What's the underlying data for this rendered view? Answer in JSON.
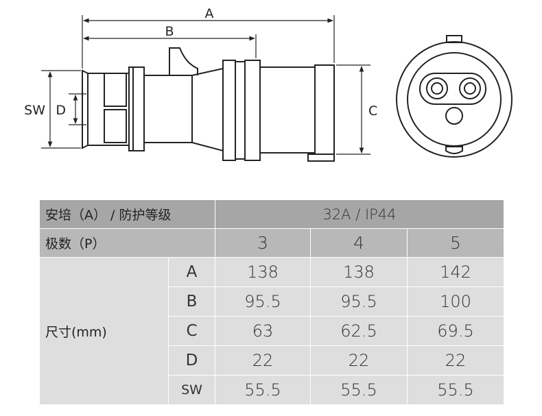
{
  "drawing": {
    "dimension_labels": {
      "a": "A",
      "b": "B",
      "c": "C",
      "d": "D",
      "sw": "SW"
    }
  },
  "table": {
    "header_row1": {
      "label": "安培（A） /  防护等级",
      "value": "32A  /  IP44"
    },
    "header_row2": {
      "label": "极数（P）",
      "poles": [
        "3",
        "4",
        "5"
      ]
    },
    "size_label": "尺寸(mm)",
    "rows": [
      {
        "key": "A",
        "values": [
          "138",
          "138",
          "142"
        ]
      },
      {
        "key": "B",
        "values": [
          "95.5",
          "95.5",
          "100"
        ]
      },
      {
        "key": "C",
        "values": [
          "63",
          "62.5",
          "69.5"
        ]
      },
      {
        "key": "D",
        "values": [
          "22",
          "22",
          "22"
        ]
      },
      {
        "key": "SW",
        "values": [
          "55.5",
          "55.5",
          "55.5"
        ]
      }
    ]
  },
  "colors": {
    "header_dark": "#a6a6a6",
    "header_mid": "#b8b8b8",
    "body": "#dedede",
    "line": "#222222"
  }
}
